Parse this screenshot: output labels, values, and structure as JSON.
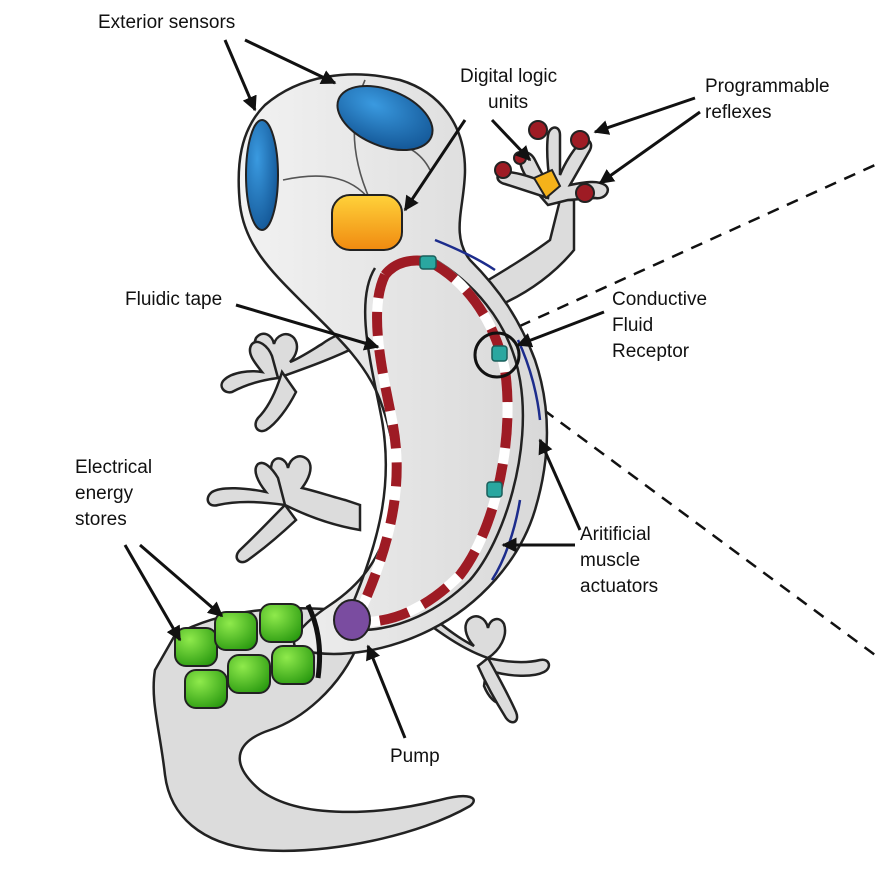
{
  "labels": {
    "exterior_sensors": "Exterior sensors",
    "digital_logic_line1": "Digital logic",
    "digital_logic_line2": "units",
    "programmable_line1": "Programmable",
    "programmable_line2": "reflexes",
    "fluidic_tape": "Fluidic tape",
    "conductive_line1": "Conductive",
    "conductive_line2": "Fluid",
    "conductive_line3": "Receptor",
    "electrical_line1": "Electrical",
    "electrical_line2": "energy",
    "electrical_line3": "stores",
    "muscle_line1": "Aritificial",
    "muscle_line2": "muscle",
    "muscle_line3": "actuators",
    "pump": "Pump"
  },
  "colors": {
    "body_fill": "#e6e6e6",
    "body_outline": "#222222",
    "sensor_blue": "#1f6fb8",
    "logic_unit": "#f5b21a",
    "tape_red": "#9e1b24",
    "receptor_teal": "#2aa7a0",
    "muscle_blue": "#1c2c8c",
    "energy_green": "#4cc01f",
    "pump_purple": "#7a4ca0"
  },
  "icons": {
    "sensor": "ellipse-sensor-icon",
    "logic": "logic-unit-icon",
    "battery": "energy-cell-icon",
    "pump": "pump-icon",
    "receptor": "receptor-icon"
  }
}
